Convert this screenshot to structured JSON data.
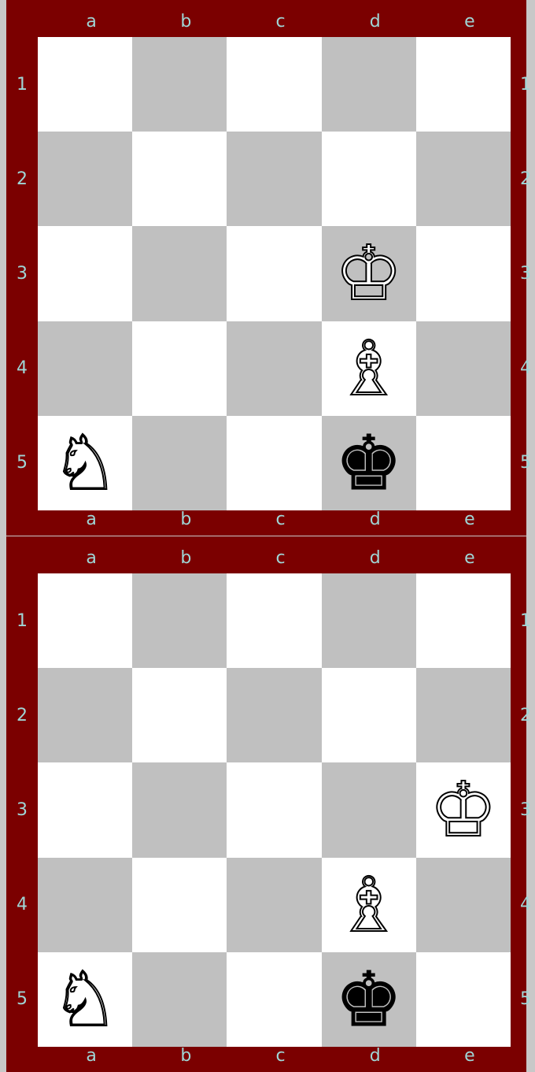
{
  "files": [
    "a",
    "b",
    "c",
    "d",
    "e"
  ],
  "ranks": [
    "1",
    "2",
    "3",
    "4",
    "5"
  ],
  "boards": [
    {
      "pieces": [
        {
          "square": "d3",
          "color": "white",
          "type": "king",
          "glyph": "♔"
        },
        {
          "square": "d4",
          "color": "white",
          "type": "bishop",
          "glyph": "♗"
        },
        {
          "square": "a5",
          "color": "white",
          "type": "knight",
          "glyph": "♘"
        },
        {
          "square": "d5",
          "color": "black",
          "type": "king",
          "glyph": "♚"
        }
      ]
    },
    {
      "pieces": [
        {
          "square": "e3",
          "color": "white",
          "type": "king",
          "glyph": "♔"
        },
        {
          "square": "d4",
          "color": "white",
          "type": "bishop",
          "glyph": "♗"
        },
        {
          "square": "a5",
          "color": "white",
          "type": "knight",
          "glyph": "♘"
        },
        {
          "square": "d5",
          "color": "black",
          "type": "king",
          "glyph": "♚"
        }
      ]
    }
  ],
  "colors": {
    "frame": "#7b0000",
    "light_square": "#ffffff",
    "dark_square": "#c0c0c0",
    "coordinate_text": "#9fd6d6"
  }
}
